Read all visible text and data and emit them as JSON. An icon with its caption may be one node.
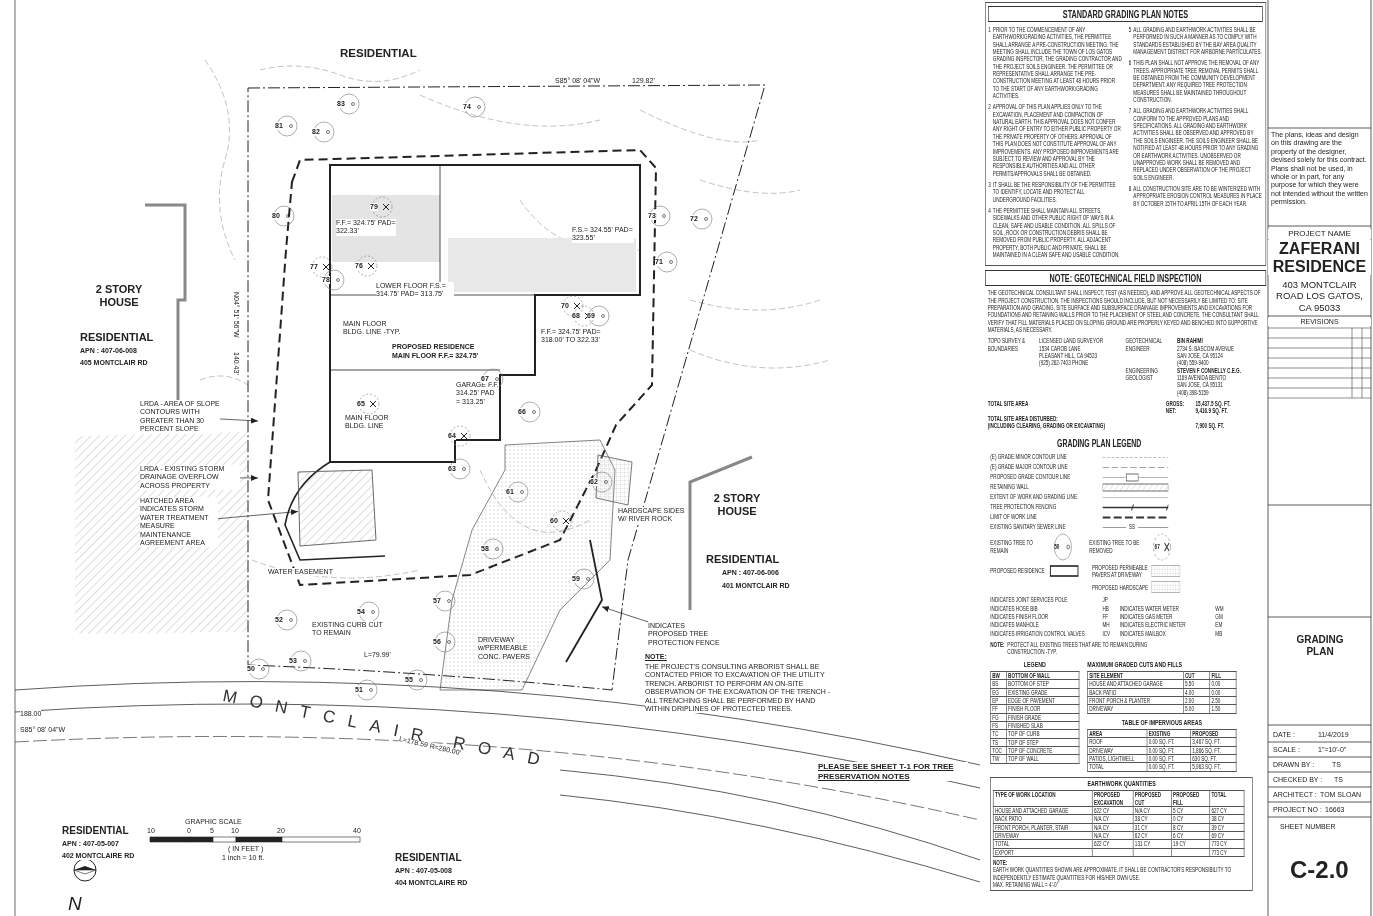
{
  "diagram": {
    "nodes": [
      {
        "text": [
          "LRDA - AREA OF SLOPE CONTOURS WITH GREATER THAN 30 PERCENT SLOPE"
        ]
      },
      {
        "text": [
          "LRDA - EXISTING STORM DRAINAGE OVERFLOW ACROSS PROPERTY"
        ]
      },
      {
        "text": [
          "HATCHED AREA INDICATES STORM WATER TREATMENT MEASURE MAINTENANCE AGREEMENT AREA"
        ]
      },
      {
        "text": [
          "INDICATES PROPOSED TREE PROTECTION FENCE"
        ]
      },
      {
        "text": [
          "STANDARD GRADING PLAN NOTES"
        ]
      },
      {
        "text": [
          "NOTE: GEOTECHNICAL FIELD INSPECTION"
        ]
      },
      {
        "text": [],
        "shape": "line"
      },
      {
        "text": [],
        "shape": "box"
      }
    ],
    "edges": [
      {
        "from": 0,
        "to": null,
        "arrow": "to"
      },
      {
        "from": 1,
        "to": null,
        "arrow": "to"
      },
      {
        "from": 2,
        "to": 7,
        "arrow": "to"
      },
      {
        "from": 3,
        "to": 6,
        "arrow": "to"
      }
    ],
    "labels": [
      "RESIDENTIAL",
      "S85° 08' 04\"W",
      "129.82'",
      "2 STORY HOUSE",
      "RESIDENTIAL",
      "APN : 407-06-008",
      "405 MONTCLAIR RD",
      "N04° 51' 56\"W",
      "140.43'",
      "F.F.= 324.75' PAD= 322.33'",
      "LOWER FLOOR F.S.= 314.75' PAD= 313.75'",
      "PROPOSED RESIDENCE",
      "MAIN FLOOR F.F.= 324.75'",
      "MAIN FLOOR BLDG. LINE -TYP.",
      "F.S.= 324.55' PAD= 323.55'",
      "F.F.= 324.75' PAD= 318.00' TO 322.33'",
      "GARAGE F.F. 314.25' PAD = 313.25'",
      "MAIN FLOOR BLDG. LINE",
      "WATER EASEMENT",
      "EXISTING CURB CUT TO REMAIN",
      "DRIVEWAY w/PERMEABLE CONC. PAVERS",
      "HARDSCAPE SIDES W/ RIVER ROCK",
      "L=79.99'",
      "L=178.59 R=280.00'",
      "188.00",
      "S85° 08' 04\"W",
      "MONTCLAIR ROAD",
      "NOTE:",
      "THE PROJECT'S CONSULTING ARBORIST SHALL BE CONTACTED PRIOR TO EXCAVATION OF THE UTILITY TRENCH. ARBORIST TO PERFORM AN ON-SITE OBSERVATION OF THE EXCAVATION OF THE TRENCH - ALL TRENCHING SHALL BE PERFORMED BY HAND WITHIN DRIPLINES OF PROTECTED TREES.",
      "PLEASE SEE SHEET T-1 FOR TREE PRESERVATION NOTES",
      "2 STORY HOUSE",
      "RESIDENTIAL",
      "APN : 407-06-006",
      "401 MONTCLAIR RD",
      "RESIDENTIAL",
      "APN : 407-05-007",
      "402 MONTCLAIRE RD",
      "GRAPHIC SCALE",
      "10",
      "0",
      "5",
      "10",
      "20",
      "40",
      "( IN FEET )",
      "1 inch = 10 ft.",
      "RESIDENTIAL",
      "APN : 407-05-008",
      "404 MONTCLAIRE RD",
      "N",
      "83",
      "74",
      "81",
      "82",
      "80",
      "79",
      "73",
      "72",
      "77",
      "76",
      "71",
      "78",
      "70",
      "68",
      "69",
      "67",
      "65",
      "66",
      "64",
      "63",
      "61",
      "62",
      "60",
      "58",
      "59",
      "52",
      "54",
      "57",
      "56",
      "50",
      "53",
      "51",
      "55",
      "1",
      "PRIOR TO THE COMMENCEMENT OF ANY EARTHWORK/GRADING ACTIVITIES, THE PERMITTEE SHALL ARRANGE A PRE-CONSTRUCTION MEETING. THE MEETING SHALL INCLUDE THE TOWN OF LOS GATOS GRADING INSPECTOR, THE GRADING CONTRACTOR AND THE PROJECT SOILS ENGINEER. THE PERMITTEE OR REPRESENTATIVE SHALL ARRANGE THE PRE-CONSTRUCTION MEETING AT LEAST 48 HOURS PRIOR TO THE START OF ANY EARTHWORK/GRADING ACTIVITIES.",
      "2",
      "APPROVAL OF THIS PLAN APPLIES ONLY TO THE EXCAVATION, PLACEMENT AND COMPACTION OF NATURAL EARTH. THIS APPROVAL DOES NOT CONFER ANY RIGHT OF ENTRY TO EITHER PUBLIC PROPERTY OR THE PRIVATE PROPERTY OF OTHERS. APPROVAL OF THIS PLAN DOES NOT CONSTITUTE APPROVAL OF ANY IMPROVEMENTS. ANY PROPOSED IMPROVEMENTS ARE SUBJECT TO REVIEW AND APPROVAL BY THE RESPONSIBLE AUTHORITIES AND ALL OTHER PERMITS/APPROVALS SHALL BE OBTAINED.",
      "3",
      "IT SHALL BE THE RESPONSIBILITY OF THE PERMITTEE TO IDENTIFY, LOCATE AND PROTECT ALL UNDERGROUND FACILITIES.",
      "4",
      "THE PERMITTEE SHALL MAINTAIN ALL STREETS, SIDEWALKS AND OTHER PUBLIC RIGHT OF WAYS IN A CLEAN, SAFE AND USABLE CONDITION. ALL SPILLS OF SOIL, ROCK OR CONSTRUCTION DEBRIS SHALL BE REMOVED FROM PUBLIC PROPERTY. ALL ADJACENT PROPERTY, BOTH PUBLIC AND PRIVATE, SHALL BE MAINTAINED IN A CLEAN SAFE AND USABLE CONDITION.",
      "5",
      "ALL GRADING AND EARTHWORK ACTIVITIES SHALL BE PERFORMED IN SUCH A MANNER AS TO COMPLY WITH STANDARDS ESTABLISHED BY THE BAY AREA QUALITY MANAGEMENT DISTRICT FOR AIRBORNE PARTICULATES.",
      "6",
      "THIS PLAN SHALL NOT APPROVE THE REMOVAL OF ANY TREES. APPROPRIATE TREE REMOVAL PERMITS SHALL BE OBTAINED FROM THE COMMUNITY DEVELOPMENT DEPARTMENT. ANY REQUIRED TREE PROTECTION MEASURES SHALL BE MAINTAINED THROUGHOUT CONSTRUCTION.",
      "7",
      "ALL GRADING AND EARTHWORK ACTIVITIES SHALL CONFORM TO THE APPROVED PLANS AND SPECIFICATIONS. ALL GRADING AND EARTHWORK ACTIVITIES SHALL BE OBSERVED AND APPROVED BY THE SOILS ENGINEER. THE SOILS ENGINEER SHALL BE NOTIFIED AT LEAST 48 HOURS PRIOR TO ANY GRADING OR EARTHWORK ACTIVITIES. UNOBSERVED OR UNAPPROVED WORK SHALL BE REMOVED AND REPLACED UNDER OBSERVATION OF THE PROJECT SOILS ENGINEER.",
      "8",
      "ALL CONSTRUCTION SITE ARE TO BE WINTERIZED WITH APPROPRIATE EROSION CONTROL MEASURES IN PLACE BY OCTOBER 15TH TO APRIL 15TH OF EACH YEAR.",
      "THE GEOTECHNICAL CONSULTANT SHALL INSPECT, TEST (AS NEEDED), AND APPROVE ALL GEOTECHNICAL ASPECTS OF THE PROJECT CONSTRUCTION. THE INSPECTIONS SHOULD INCLUDE, BUT NOT NECESSARILY BE LIMITED TO: SITE PREPARATION AND GRADING, SITE SURFACE AND SUBSURFACE DRAINAGE IMPROVEMENTS AND EXCAVATIONS FOR FOUNDATIONS AND RETAINING WALLS PRIOR TO THE PLACEMENT OF STEEL AND CONCRETE. THE CONSULTANT SHALL VERIFY THAT FILL MATERIALS PLACED ON SLOPING GROUND ARE PROPERLY KEYED AND BENCHED INTO SUPPORTIVE MATERIALS, AS NECESSARY.",
      "TOPO SURVEY & BOUNDARIES",
      "LICENSED LAND SURVEYOR",
      "1534 CAROB LANE",
      "PLEASANT HILL, CA 94523",
      "(925) 262-7403 PHONE",
      "GEOTECHNICAL ENGINEER",
      "BIN RAHIMI",
      "2734 S. BASCOM AVENUE",
      "SAN JOSE, CA 95124",
      "(408) 559-9400",
      "ENGINEERING GEOLOGIST",
      "STEVEN F CONNELLY C.E.G.",
      "1169 AVENIDA BENITO",
      "SAN JOSE, CA 95131",
      "(408) 398-5159",
      "TOTAL SITE AREA",
      "GROSS:",
      "15,437.5 SQ. FT.",
      "NET:",
      "9,416.9 SQ. FT.",
      "TOTAL SITE AREA DISTURBED:",
      "(INCLUDING CLEARING, GRADING OR EXCAVATING)",
      "7,900 SQ. FT.",
      "GRADING PLAN LEGEND",
      "SS",
      "50",
      "67",
      "INDICATES JOINT SERVICES POLE",
      "JP",
      "INDICATES HOSE BIB",
      "HB",
      "INDICATES WATER METER",
      "WM",
      "INDICATES FINISH FLOOR",
      "FF",
      "INDICATES GAS METER",
      "GM",
      "INDICATES MANHOLE",
      "MH",
      "INDICATES ELECTRIC METER",
      "EM",
      "INDICATES IRRIGATION CONTROL VALVES",
      "ICV",
      "INDICATES MAILBOX",
      "MB",
      "NOTE:",
      "PROTECT ALL EXISTING TREES THAT ARE TO REMAIN DURING CONSTRUCTION -TYP.",
      "LEGEND",
      "BW",
      "BOTTOM OF WALL",
      "BS",
      "BOTTOM OF STEP",
      "EG",
      "EXISTING GRADE",
      "EP",
      "EDGE OF PAVEMENT",
      "FF",
      "FINISH FLOOR",
      "FG",
      "FINISH GRADE",
      "FS",
      "FINISHED SLAB",
      "TC",
      "TOP OF CURB",
      "TS",
      "TOP OF STEP",
      "TOC",
      "TOP OF CONCRETE",
      "TW",
      "TOP OF WALL",
      "MAXIMUM GRADED CUTS AND FILLS",
      "SITE ELEMENT",
      "CUT",
      "FILL",
      "HOUSE AND ATTACHED GARAGE",
      "5.50",
      "0.00",
      "BACK PATIO",
      "4.00",
      "0.00",
      "FRONT PORCH & PLANTER",
      "2.00",
      "2.50",
      "DRIVEWAY",
      "5.00",
      "1.50",
      "TABLE OF IMPERVIOUS AREAS",
      "AREA",
      "EXISTING",
      "PROPOSED",
      "ROOF",
      "0.00 SQ. FT.",
      "3,467 SQ. FT.",
      "DRIVEWAY",
      "0.00 SQ. FT.",
      "1,866 SQ. FT.",
      "PATIOS, LIGHTWELL",
      "0.00 SQ. FT.",
      "630 SQ. FT.",
      "TOTAL",
      "0.00 SQ. FT.",
      "5,963 SQ. FT.",
      "EARTHWORK QUANTITIES",
      "TYPE OF WORK LOCATION",
      "PROPOSED EXCAVATION",
      "PROPOSED CUT",
      "PROPOSED FILL",
      "TOTAL",
      "HOUSE AND ATTACHED GARAGE",
      "622 CY",
      "N/A CY",
      "5 CY",
      "627 CY",
      "BACK PATIO",
      "N/A CY",
      "38 CY",
      "0 CY",
      "38 CY",
      "FRONT PORCH, PLANTER, STAIR",
      "N/A CY",
      "31 CY",
      "8 CY",
      "39 CY",
      "DRIVEWAY",
      "N/A CY",
      "62 CY",
      "6 CY",
      "69 CY",
      "TOTAL",
      "622 CY",
      "131 CY",
      "19 CY",
      "773 CY",
      "EXPORT",
      "773 CY",
      "NOTE:",
      "EARTH WORK QUANTITIES SHOWN ARE APPROXIMATE. IT SHALL BE CONTRACTOR'S RESPONSIBILITY TO INDEPENDENTLY ESTIMATE QUANTITIES FOR HIS/HER OWN USE.",
      "MAX. RETAINING WALL = 4'-0\"",
      "The plans, ideas and design on this drawing are the property of the designer, devised solely for this contract. Plans shall not be used, in whole or in part, for any purpose for which they were not intended without the written permission.",
      "PROJECT NAME",
      "ZAFERANI RESIDENCE",
      "403 MONTCLAIR ROAD LOS GATOS, CA 95033",
      "REVISIONS",
      "GRADING PLAN",
      "DATE :",
      "11/4/2019",
      "SCALE :",
      "1\"=10'-0\"",
      "DRAWN BY :",
      "TS",
      "CHECKED BY :",
      "TS",
      "ARCHITECT :",
      "TOM SLOAN",
      "PROJECT NO :",
      "16663",
      "SHEET NUMBER",
      "C-2.0"
    ],
    "legend": [
      {
        "text": "(E) GRADE MINOR CONTOUR LINE"
      },
      {
        "text": "(E) GRADE MAJOR CONTOUR LINE"
      },
      {
        "text": "PROPOSED GRADE CONTOUR LINE"
      },
      {
        "text": "RETAINING WALL"
      },
      {
        "text": "EXTENT OF WORK AND GRADING LINE"
      },
      {
        "text": "TREE PROTECTION FENCING"
      },
      {
        "text": "LIMIT OF WORK LINE"
      },
      {
        "text": "EXISTING SANITARY SEWER LINE"
      },
      {
        "text": "EXISTING TREE TO REMAIN"
      },
      {
        "text": "EXISTING TREE TO BE REMOVED"
      },
      {
        "text": "PROPOSED RESIDENCE"
      },
      {
        "text": "PROPOSED PERMEABLE PAVERS AT DRIVEWAY"
      },
      {
        "text": "PROPOSED HARDSCAPE"
      }
    ]
  }
}
